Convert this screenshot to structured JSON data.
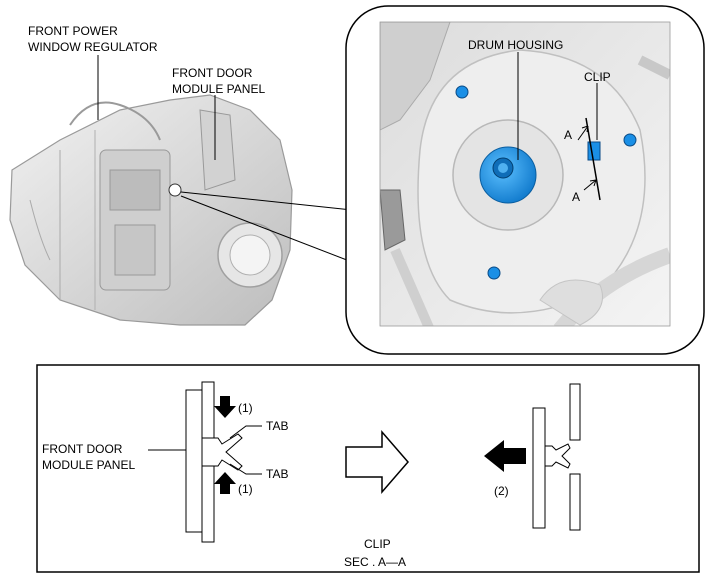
{
  "top_labels": {
    "regulator_line1": "FRONT POWER",
    "regulator_line2": "WINDOW REGULATOR",
    "module_line1": "FRONT DOOR",
    "module_line2": "MODULE PANEL",
    "drum_housing": "DRUM HOUSING",
    "clip": "CLIP",
    "section_a_top": "A",
    "section_a_bottom": "A"
  },
  "bottom_labels": {
    "module_line1": "FRONT DOOR",
    "module_line2": "MODULE PANEL",
    "tab_top": "TAB",
    "tab_bottom": "TAB",
    "step_1_top": "(1)",
    "step_1_bottom": "(1)",
    "step_2": "(2)",
    "caption_line1": "CLIP",
    "caption_line2": "SEC . A—A"
  },
  "colors": {
    "accent_blue": "#1a8fe6",
    "panel_gray": "#d8d8d8",
    "line": "#000000"
  }
}
